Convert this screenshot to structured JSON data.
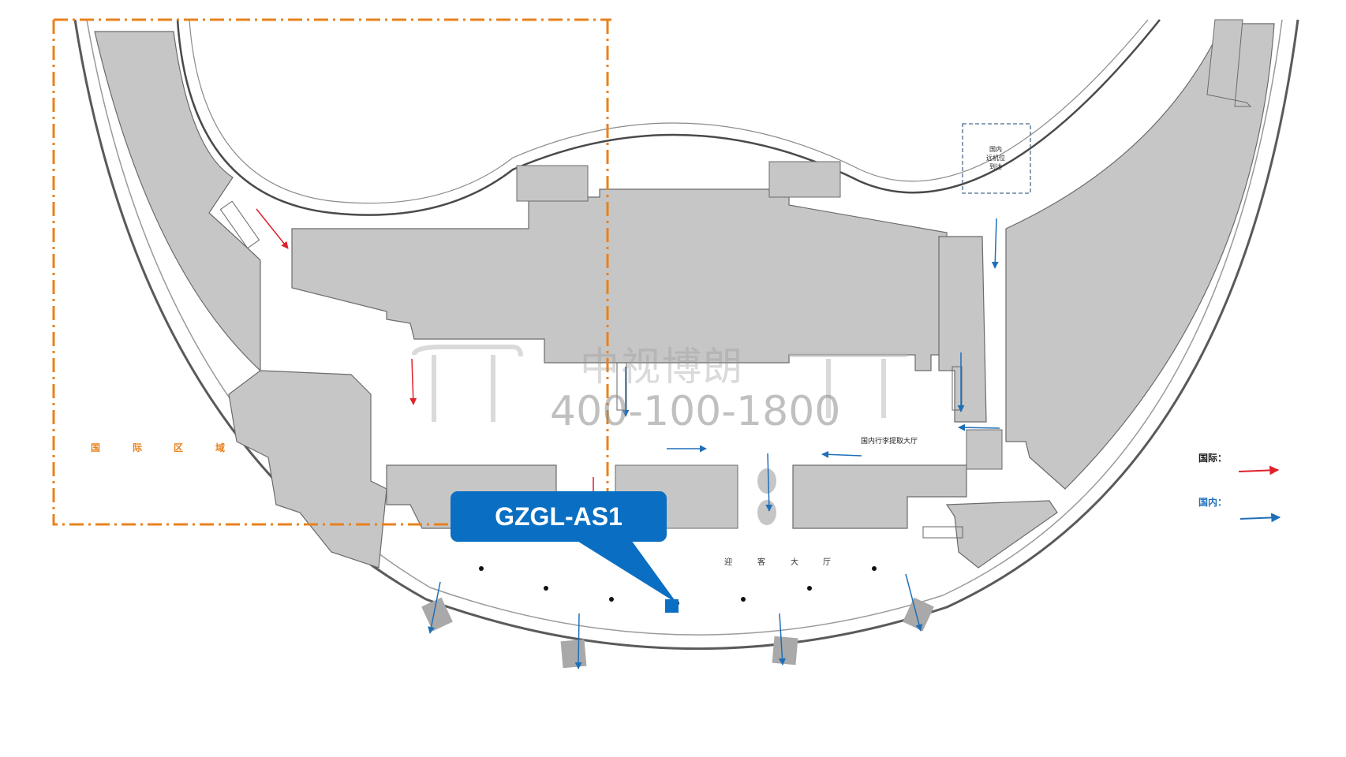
{
  "callout": {
    "label": "GZGL-AS1"
  },
  "legend": {
    "international_label": "国际：",
    "domestic_label": "国内：",
    "international_color": "#e0202a",
    "domestic_color": "#1f6fb8"
  },
  "zone": {
    "chars": [
      "国",
      "际",
      "区",
      "域"
    ],
    "border_color": "#e8821d"
  },
  "labels": {
    "domestic_remote_arrival": [
      "国内",
      "远机位",
      "到达"
    ],
    "domestic_baggage_hall": "国内行李提取大厅",
    "greeting_hall_chars": [
      "迎",
      "客",
      "大",
      "厅"
    ]
  },
  "watermark": {
    "line1": "中视博朗",
    "line2": "400-100-1800"
  },
  "colors": {
    "building_gray": "#c8c8c8",
    "outline": "#5a5a5a",
    "marker_blue": "#0a6fc2"
  }
}
